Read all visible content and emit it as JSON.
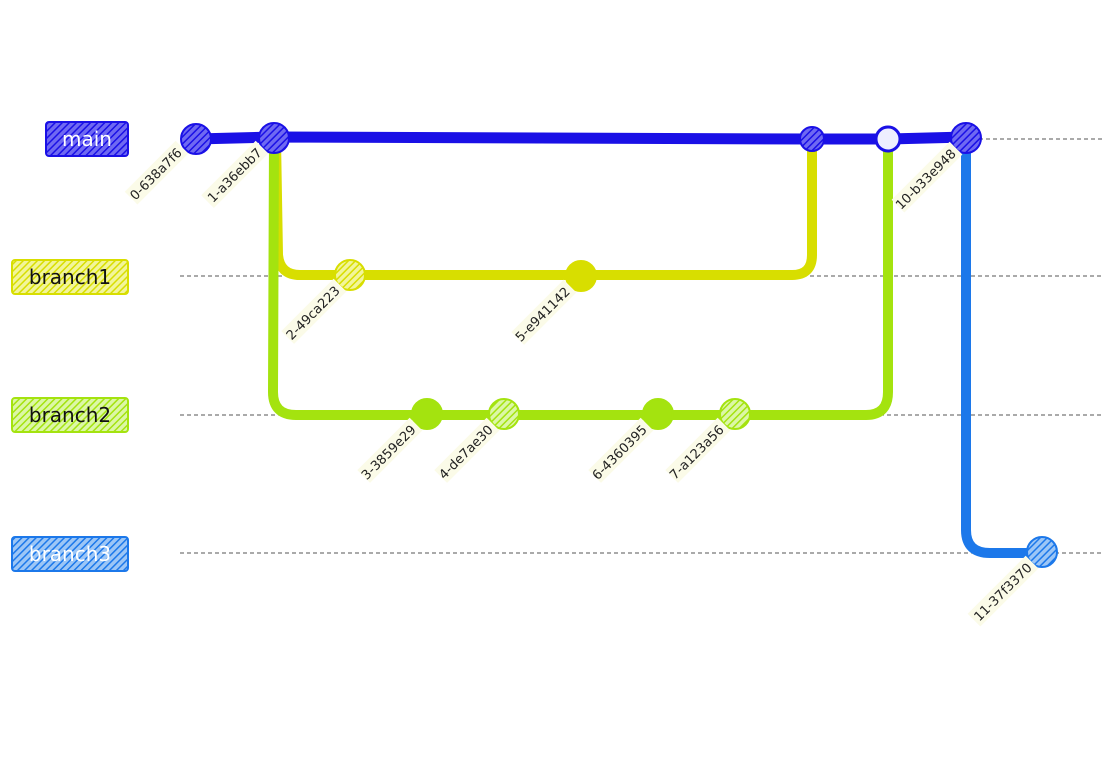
{
  "branches": [
    {
      "name": "main",
      "color": "#1a10e6",
      "label_text_color": "#ffffff"
    },
    {
      "name": "branch1",
      "color": "#d8de00",
      "label_text_color": "#111111"
    },
    {
      "name": "branch2",
      "color": "#a4e30f",
      "label_text_color": "#111111"
    },
    {
      "name": "branch3",
      "color": "#1c78ea",
      "label_text_color": "#ffffff"
    }
  ],
  "commits": [
    {
      "id": "0-638a7f6",
      "branch": "main",
      "style": "hatched"
    },
    {
      "id": "1-a36ebb7",
      "branch": "main",
      "style": "hatched"
    },
    {
      "id": "2-49ca223",
      "branch": "branch1",
      "style": "hatched"
    },
    {
      "id": "3-3859e29",
      "branch": "branch2",
      "style": "solid"
    },
    {
      "id": "4-de7ae30",
      "branch": "branch2",
      "style": "hatched"
    },
    {
      "id": "5-e941142",
      "branch": "branch1",
      "style": "solid"
    },
    {
      "id": "6-4360395",
      "branch": "branch2",
      "style": "solid"
    },
    {
      "id": "7-a123a56",
      "branch": "branch2",
      "style": "hatched"
    },
    {
      "id": "",
      "branch": "main",
      "style": "merge"
    },
    {
      "id": "",
      "branch": "main",
      "style": "merge"
    },
    {
      "id": "10-b33e948",
      "branch": "main",
      "style": "hatched"
    },
    {
      "id": "11-37f3370",
      "branch": "branch3",
      "style": "hatched"
    }
  ],
  "edges": [
    {
      "from_commit": 1,
      "to_branch": "branch1"
    },
    {
      "from_commit": 1,
      "to_branch": "branch2"
    },
    {
      "from_branch": "branch1",
      "to_commit": 8
    },
    {
      "from_branch": "branch2",
      "to_commit": 9
    },
    {
      "from_commit": 10,
      "to_branch": "branch3"
    }
  ]
}
